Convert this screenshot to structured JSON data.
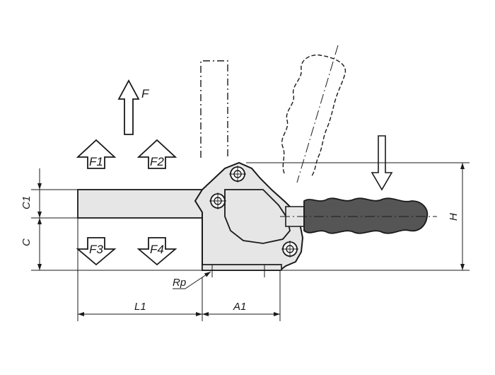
{
  "drawing": {
    "stroke_color": "#1a1a1a",
    "body_fill": "#e6e6e6",
    "handle_fill": "#555555",
    "background": "#ffffff"
  },
  "labels": {
    "force": "F",
    "force_f1": "F1",
    "force_f2": "F2",
    "force_f3": "F3",
    "force_f4": "F4",
    "dim_c1": "C1",
    "dim_c": "C",
    "dim_h": "H",
    "dim_l1": "L1",
    "dim_a1": "A1",
    "dim_rp": "Rp"
  }
}
